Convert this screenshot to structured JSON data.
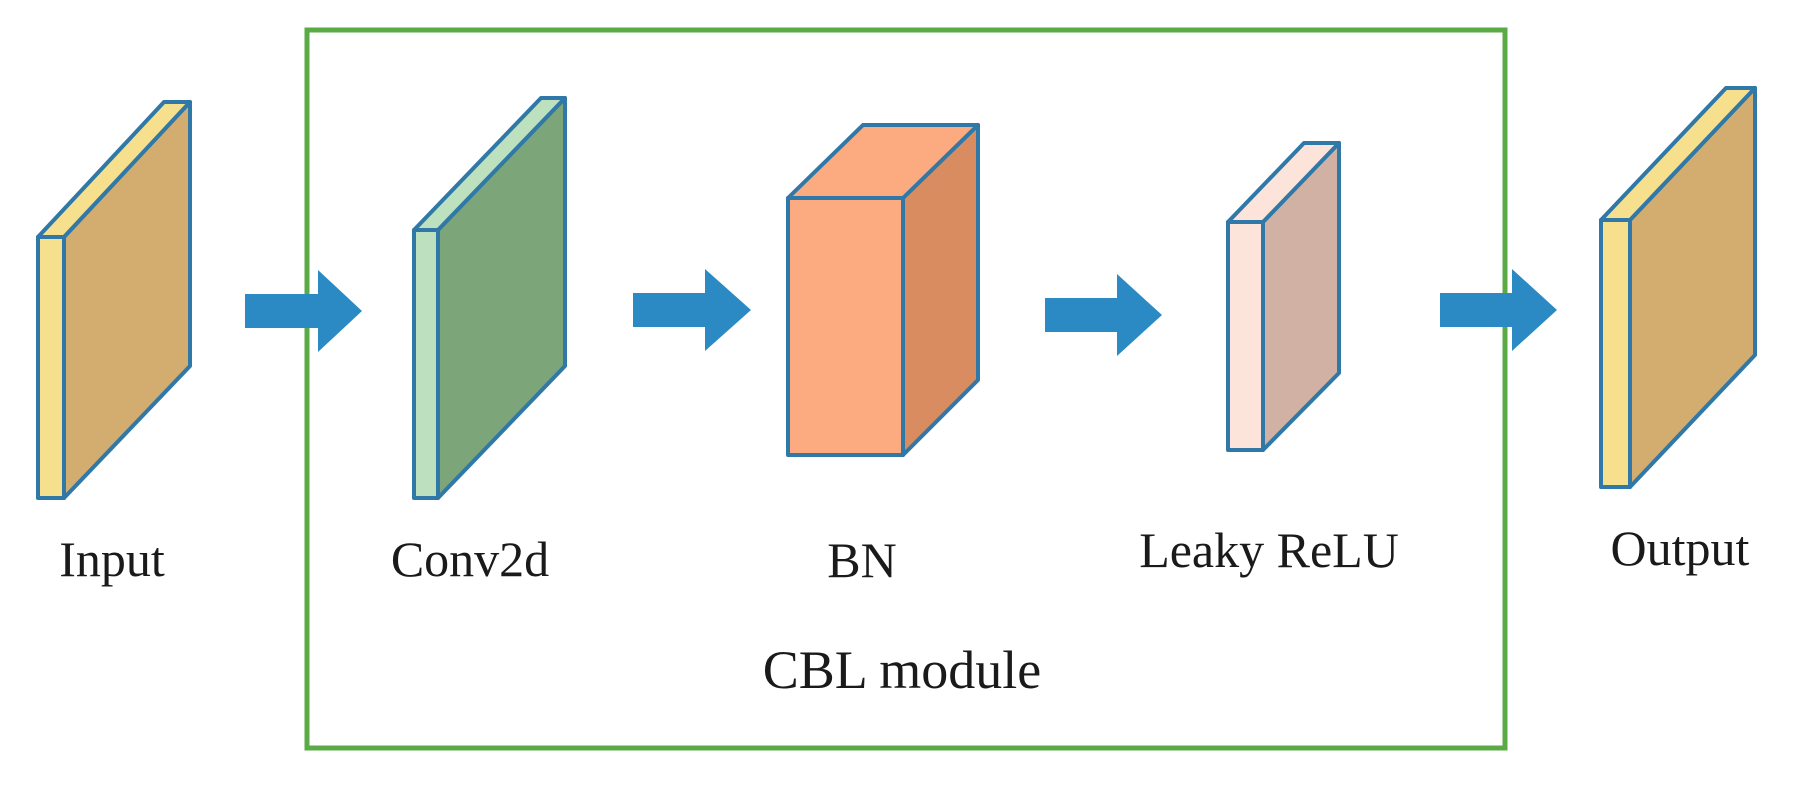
{
  "colors": {
    "module_border": "#5aab45",
    "module_label": "#e8141b",
    "arrow": "#2b8ac3",
    "outline": "#2f78a8",
    "input_front": "#f6e08e",
    "input_side": "#d3ad70",
    "conv_front": "#bde0be",
    "conv_side": "#7da57a",
    "bn_front": "#fcaa80",
    "bn_side": "#d88c60",
    "relu_front": "#fde4da",
    "relu_side": "#d0b1a4"
  },
  "blocks": {
    "input": {
      "label": "Input"
    },
    "conv2d": {
      "label": "Conv2d"
    },
    "bn": {
      "label": "BN"
    },
    "leaky_relu": {
      "label": "Leaky ReLU"
    },
    "output": {
      "label": "Output"
    }
  },
  "module": {
    "label": "CBL module"
  }
}
